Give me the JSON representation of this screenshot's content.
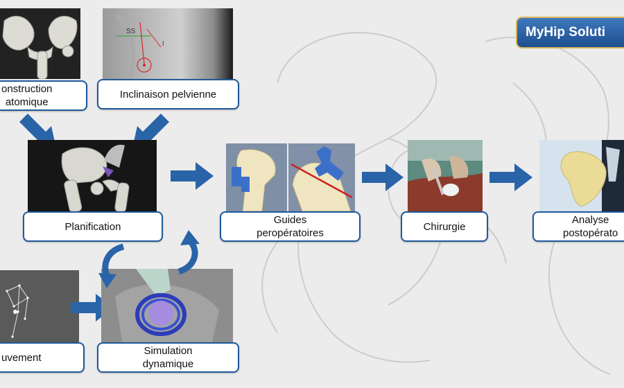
{
  "brand": {
    "title": "MyHip Soluti"
  },
  "nodes": {
    "reconstruction": "onstruction\natomique",
    "inclinaison": "Inclinaison  pelvienne",
    "planification": "Planification",
    "mouvement": "uvement",
    "simulation": "Simulation\ndynamique",
    "guides": "Guides\nperopératoires",
    "chirurgie": "Chirurgie",
    "analyse": "Analyse\npostopérato"
  },
  "xray_labels": {
    "ss": "SS",
    "i": "I"
  },
  "colors": {
    "accent": "#1f5a9c",
    "arrow": "#2a64a8",
    "brand_border": "#d9b55a"
  }
}
